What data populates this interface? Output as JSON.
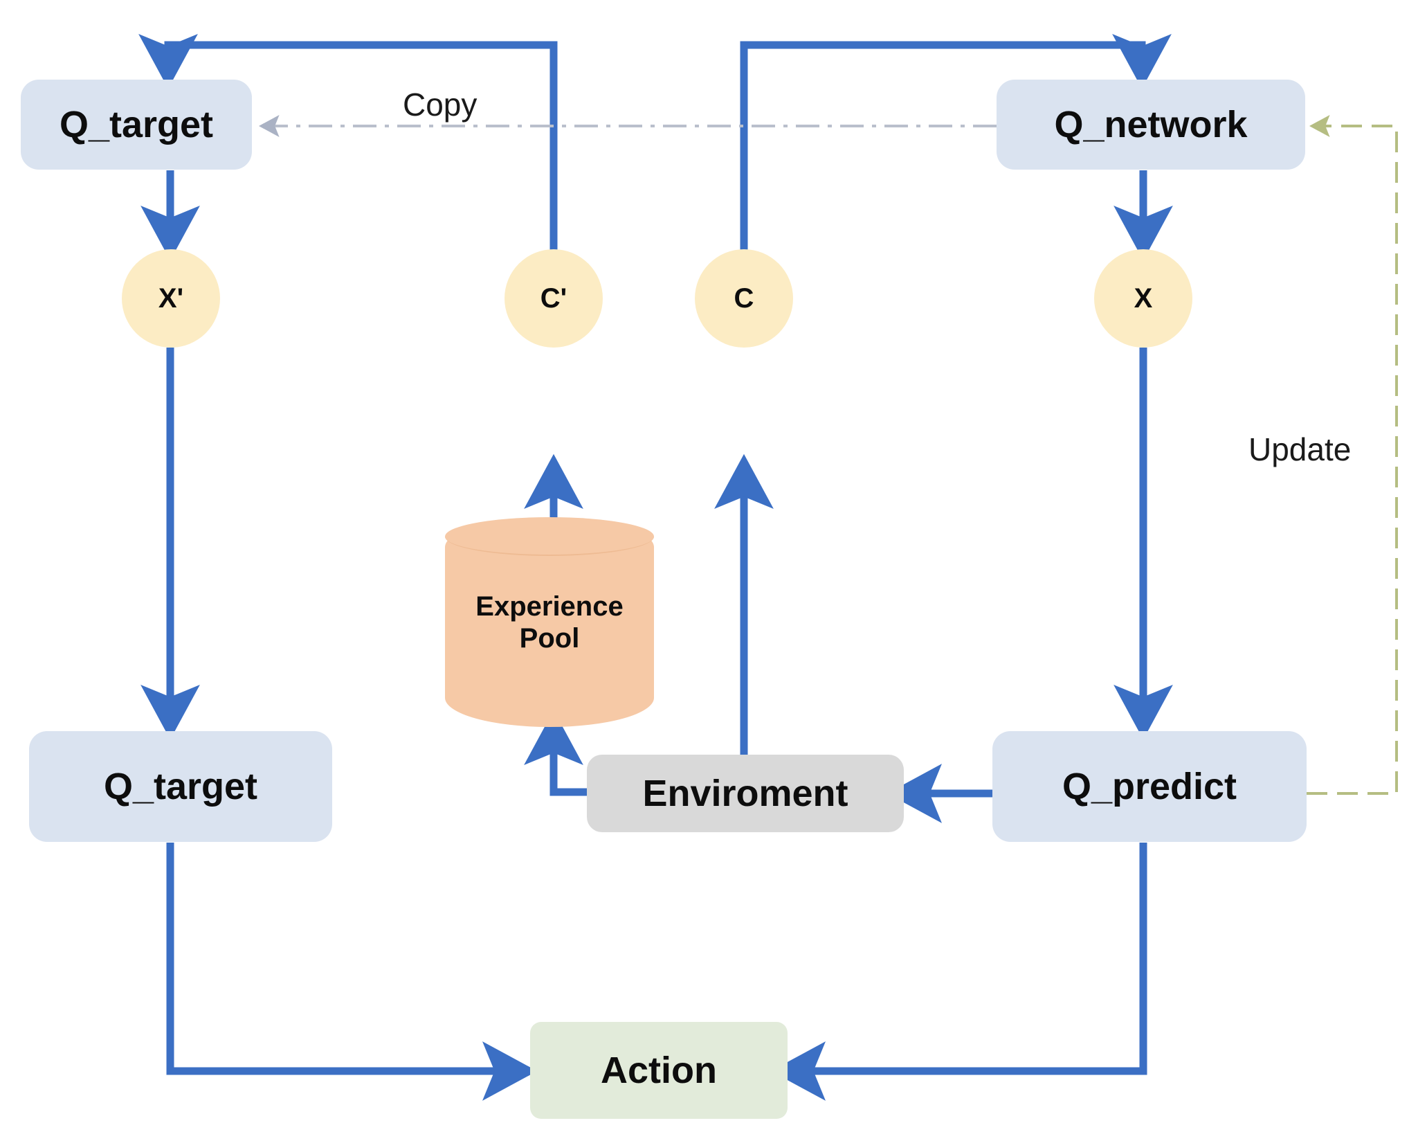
{
  "diagram": {
    "title": "DQN training loop diagram",
    "colors": {
      "box_blue": "#dae3f0",
      "box_grey": "#d9d9d9",
      "box_green": "#e2ebda",
      "circle_yellow": "#fcecc4",
      "cylinder_orange": "#f6c9a6",
      "arrow_blue": "#3b6fc4",
      "copy_line_grey": "#b9bfcc",
      "update_line_olive": "#a8ad72"
    },
    "nodes": {
      "q_target_top": "Q_target",
      "q_network_top": "Q_network",
      "x_prime_circle": "X'",
      "c_prime_circle": "C'",
      "c_circle": "C",
      "x_circle": "X",
      "experience_pool": "Experience\nPool",
      "experience_pool_line1": "Experience",
      "experience_pool_line2": "Pool",
      "environment": "Enviroment",
      "q_target_bottom": "Q_target",
      "q_predict": "Q_predict",
      "action": "Action"
    },
    "edge_labels": {
      "copy": "Copy",
      "update": "Update"
    }
  }
}
